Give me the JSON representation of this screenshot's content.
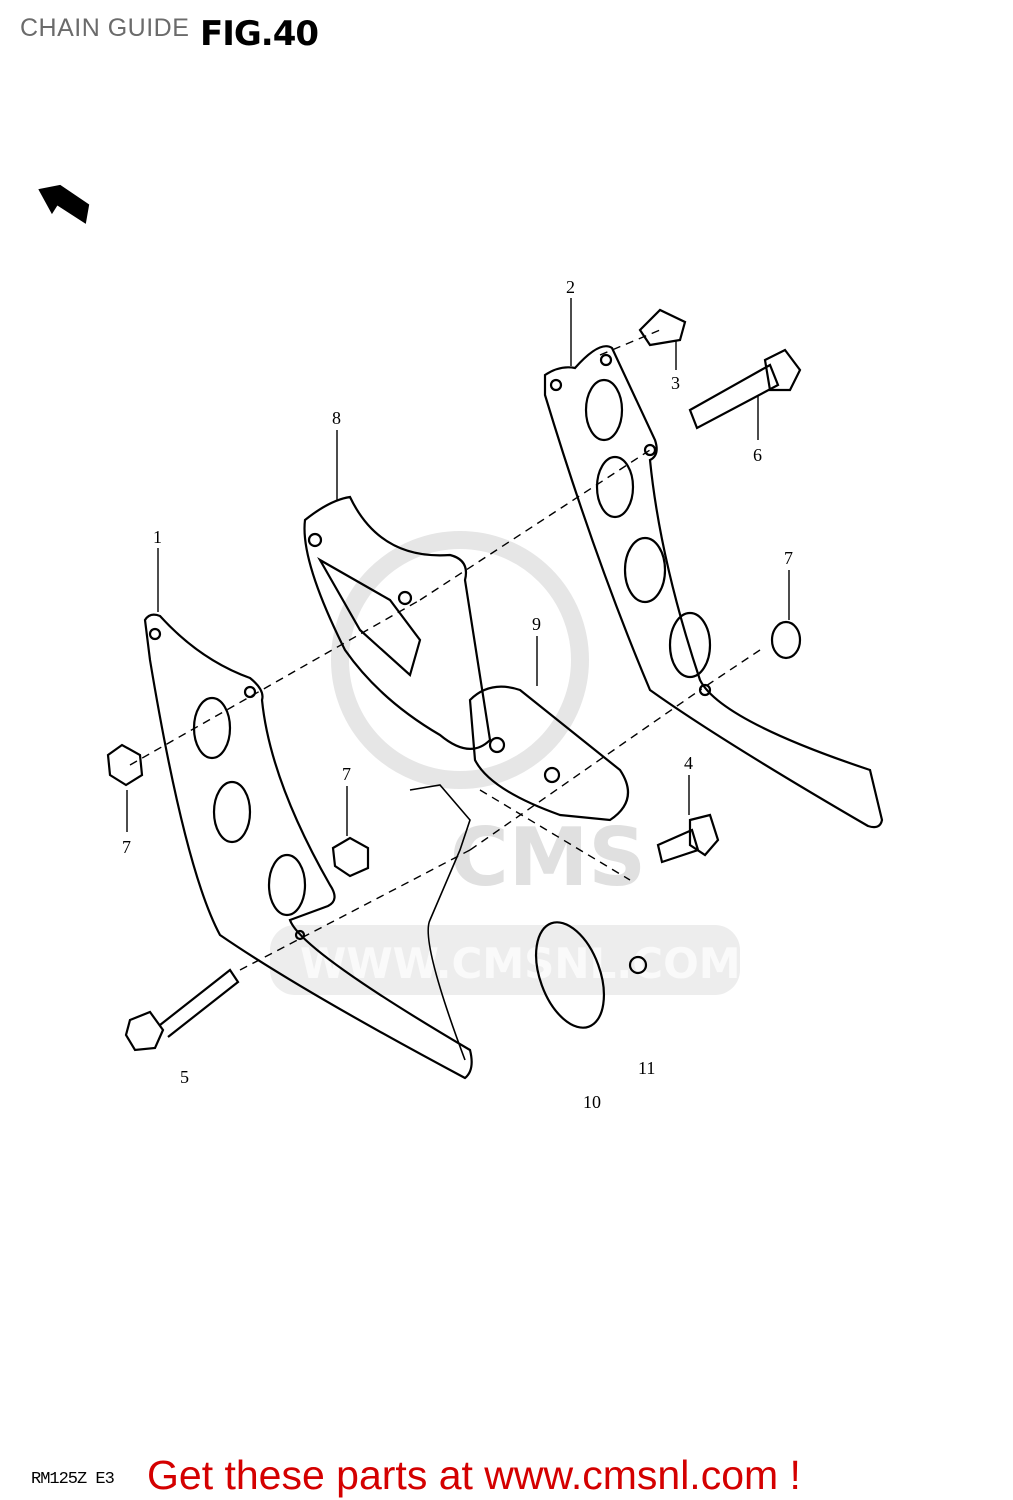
{
  "header": {
    "title": "CHAIN GUIDE",
    "figure": "FIG.40"
  },
  "footer": {
    "diagram_code": "RM125Z E3",
    "promo": "Get these parts at www.cmsnl.com !"
  },
  "watermark": {
    "logo": "CMS",
    "url": "WWW.CMSNL.COM"
  },
  "colors": {
    "promo": "#d40000",
    "title": "#6b6b6b",
    "line": "#000000",
    "watermark": "#e0e0e0"
  },
  "part_labels": [
    "1",
    "2",
    "3",
    "4",
    "5",
    "6",
    "7",
    "7",
    "7",
    "8",
    "9",
    "10",
    "11"
  ]
}
